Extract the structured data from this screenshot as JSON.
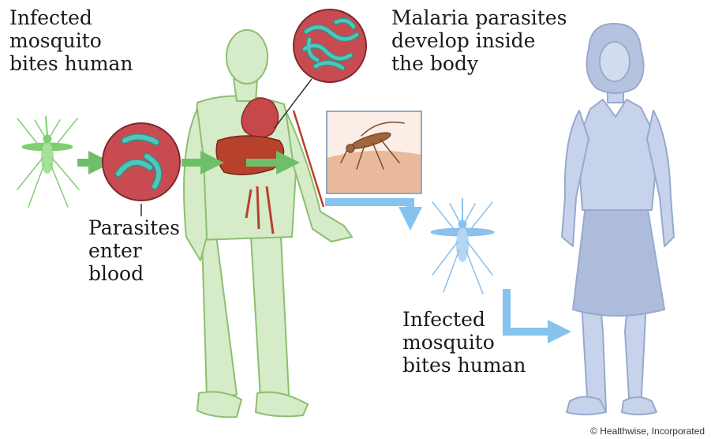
{
  "labels": {
    "infected_bite_1": [
      "Infected",
      "mosquito",
      "bites human"
    ],
    "parasites_develop": [
      "Malaria parasites",
      "develop inside",
      "the body"
    ],
    "parasites_enter": [
      "Parasites",
      "enter",
      "blood"
    ],
    "infected_bite_2": [
      "Infected",
      "mosquito",
      "bites human"
    ]
  },
  "credit": "© Healthwise, Incorporated",
  "colors": {
    "green_arrow": "#6fbf6a",
    "blue_arrow": "#86c3ee",
    "infected_person": "#d6ebc8",
    "infected_person_outline": "#8cbf6f",
    "second_person": "#c7d3ea",
    "second_person_outline": "#98a9cf",
    "parasite_circle": "#c94b52",
    "parasite_worm": "#4fc6b9",
    "liver": "#b8412c",
    "green_mosquito": "#7fcf72",
    "blue_mosquito": "#8cc0ee"
  },
  "icons": {
    "mosquito_1": "green-mosquito-icon",
    "mosquito_2": "blue-mosquito-icon",
    "blood_circle": "parasites-in-blood-icon",
    "body_circle": "parasites-in-body-icon",
    "bite_inset": "mosquito-biting-skin-icon"
  }
}
